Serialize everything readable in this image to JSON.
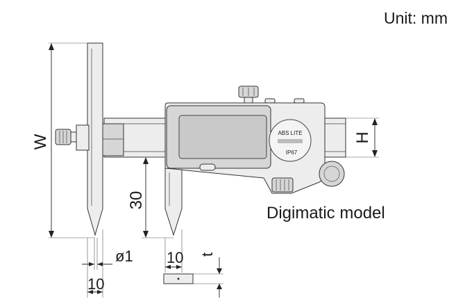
{
  "unit_label": "Unit: mm",
  "model_label": "Digimatic model",
  "dimensions": {
    "width": "W",
    "height": "H",
    "depth": "30",
    "tip": "ø1",
    "jaw_width": "10",
    "probe_width": "10",
    "thickness": "t"
  },
  "logo": {
    "brand": "ABS LITE",
    "rating": "IP67"
  }
}
